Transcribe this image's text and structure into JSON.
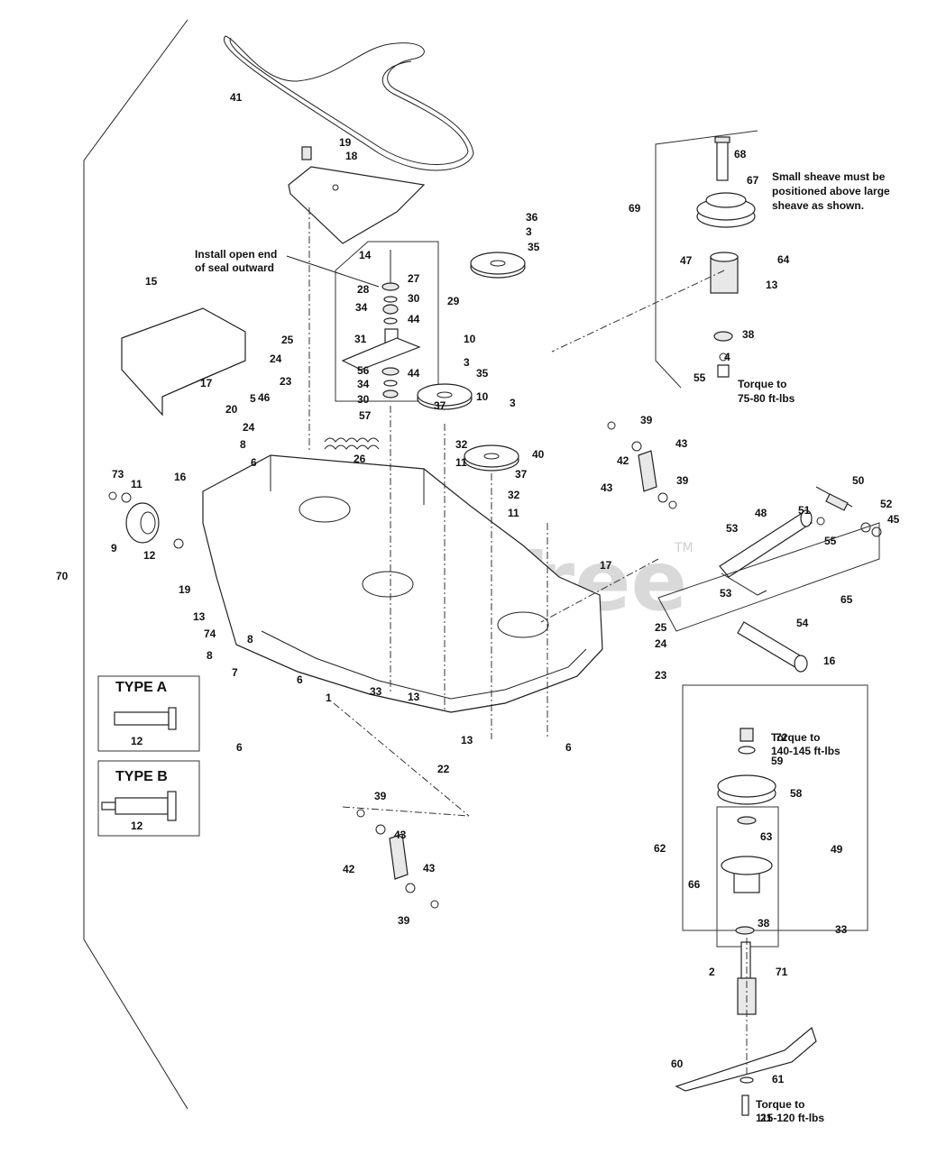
{
  "watermark": {
    "text": "PartsTree",
    "trademark": "TM"
  },
  "notes": {
    "seal_line1": "Install open end",
    "seal_line2": "of seal outward",
    "sheave_line1": "Small sheave must be",
    "sheave_line2": "positioned above large",
    "sheave_line3": "sheave as shown.",
    "torque_a_line1": "Torque to",
    "torque_a_line2": "75-80 ft-lbs",
    "torque_b_line1": "Torque to",
    "torque_b_line2": "140-145 ft-lbs",
    "torque_c_line1": "Torque to",
    "torque_c_line2": "115-120 ft-lbs"
  },
  "type_a": {
    "title": "TYPE A",
    "part": "12"
  },
  "type_b": {
    "title": "TYPE B",
    "part": "12"
  },
  "callouts": [
    "41",
    "19",
    "18",
    "14",
    "27",
    "28",
    "30",
    "34",
    "44",
    "29",
    "31",
    "56",
    "44",
    "34",
    "30",
    "57",
    "36",
    "3",
    "35",
    "10",
    "3",
    "35",
    "10",
    "3",
    "37",
    "32",
    "11",
    "40",
    "37",
    "32",
    "11",
    "15",
    "17",
    "25",
    "24",
    "23",
    "46",
    "5",
    "20",
    "24",
    "8",
    "26",
    "6",
    "16",
    "73",
    "11",
    "9",
    "12",
    "19",
    "13",
    "74",
    "8",
    "8",
    "7",
    "6",
    "6",
    "1",
    "33",
    "13",
    "13",
    "22",
    "6",
    "39",
    "43",
    "42",
    "43",
    "39",
    "17",
    "53",
    "48",
    "53",
    "51",
    "50",
    "52",
    "45",
    "55",
    "65",
    "54",
    "16",
    "25",
    "24",
    "23",
    "68",
    "67",
    "69",
    "47",
    "64",
    "13",
    "38",
    "4",
    "55",
    "72",
    "59",
    "58",
    "62",
    "63",
    "49",
    "66",
    "33",
    "38",
    "2",
    "71",
    "60",
    "61",
    "21",
    "70",
    "39",
    "43",
    "42",
    "43",
    "39"
  ]
}
